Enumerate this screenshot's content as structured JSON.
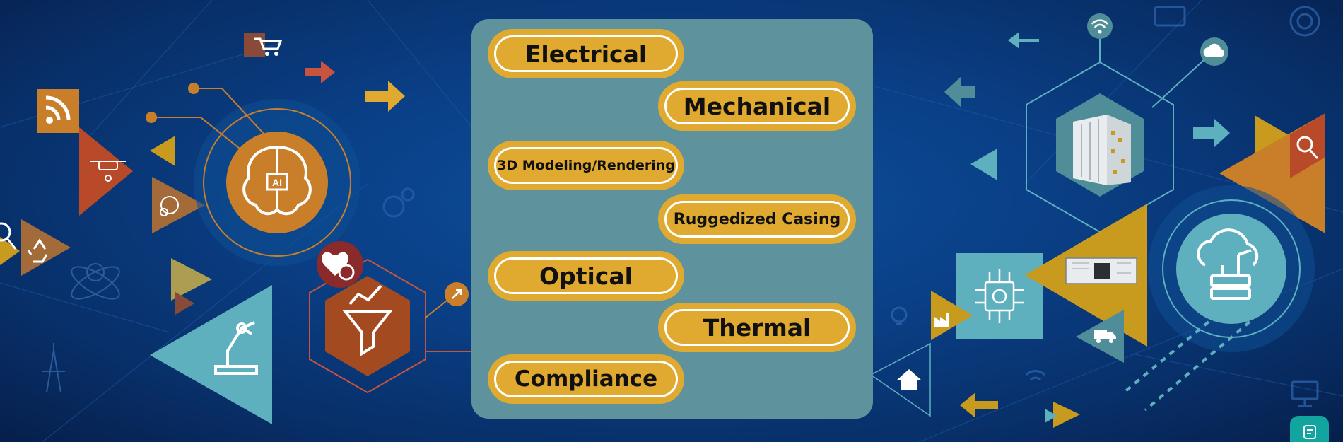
{
  "panel": {
    "items": [
      {
        "label": "Electrical"
      },
      {
        "label": "Mechanical"
      },
      {
        "label": "3D Modeling/Rendering"
      },
      {
        "label": "Ruggedized Casing"
      },
      {
        "label": "Optical"
      },
      {
        "label": "Thermal"
      },
      {
        "label": "Compliance"
      }
    ]
  },
  "badges": {
    "ai": "AI"
  },
  "icons": [
    "cart-icon",
    "rss-icon",
    "drone-icon",
    "brain-ai-icon",
    "recycle-icon",
    "search-icon",
    "robot-arm-icon",
    "heart-plus-icon",
    "funnel-chart-icon",
    "server-rack-icon",
    "wifi-icon",
    "cloud-icon",
    "circuit-chip-icon",
    "gpu-card-icon",
    "factory-icon",
    "home-icon",
    "truck-icon",
    "cloud-server-icon",
    "chat-icon"
  ],
  "colors": {
    "panel": "#5e939e",
    "pill": "#e0a92f",
    "orange": "#c97f2a",
    "rust": "#b84a2a",
    "teal": "#5fb0be",
    "gold": "#c89a1e"
  }
}
